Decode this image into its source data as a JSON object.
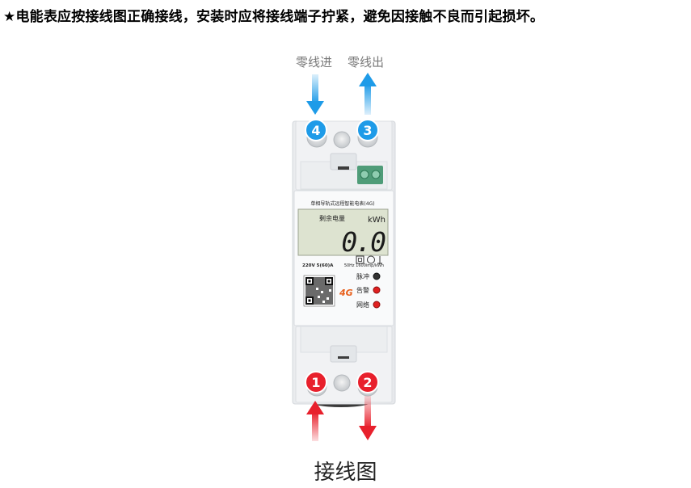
{
  "headline": {
    "star": "★",
    "text": "电能表应按接线图正确接线，安装时应将接线端子拧紧，避免因接触不良而引起损坏。"
  },
  "terminals": {
    "neutral_in_label": "零线进",
    "neutral_out_label": "零线出",
    "numbers": [
      "4",
      "3",
      "1",
      "2"
    ]
  },
  "meter": {
    "model": "单相导轨式远程智能电表(4G)",
    "remaining_label": "剩余电量",
    "unit": "kWh",
    "reading": "0.0",
    "rating": "220V 5(60)A",
    "spec": "50Hz 1600imp/kWh",
    "network_badge": "4G",
    "indicators": [
      "脉冲",
      "告警",
      "网络"
    ]
  },
  "caption": "接线图",
  "colors": {
    "blue": "#1e9be8",
    "red": "#e8202c",
    "led_red": "#e02020",
    "led_dark": "#333333",
    "lcd": "#dde3d0"
  }
}
